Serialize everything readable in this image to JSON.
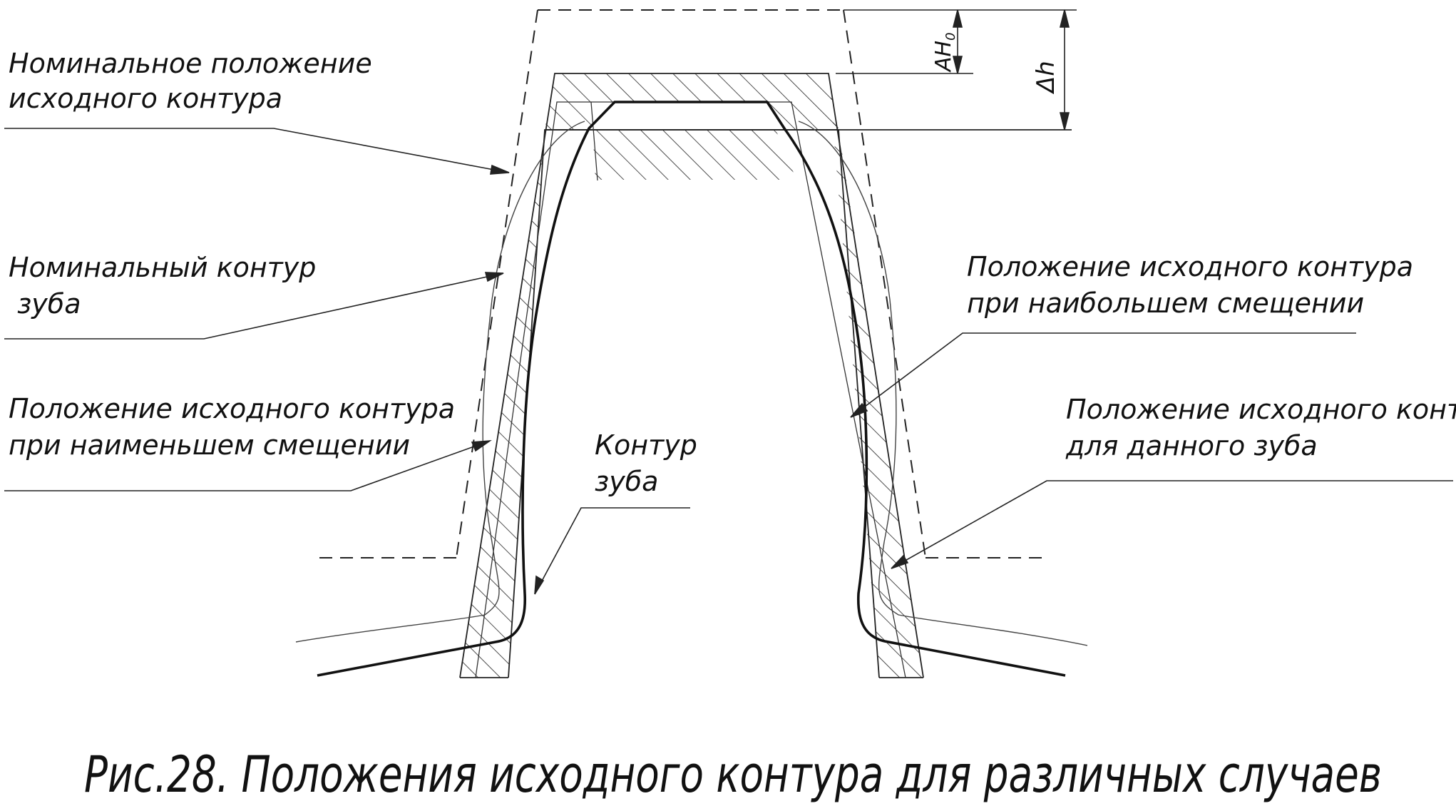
{
  "labels": {
    "nominal_position": [
      "Номинальное положение",
      "исходного контура"
    ],
    "nominal_contour": [
      "Номинальный контур",
      " зуба"
    ],
    "least_offset": [
      "Положение исходного контура",
      "при наименьшем смещении"
    ],
    "tooth_contour": [
      "Контур",
      "зуба"
    ],
    "greatest_offset": [
      "Положение исходного контура",
      "при наибольшем смещении"
    ],
    "given_tooth": [
      "Положение исходного контура",
      "для данного зуба"
    ]
  },
  "dimensions": {
    "ah": "AH",
    "ah_sub": "0",
    "delta_h": "Δh"
  },
  "caption": "Рис.28. Положения исходного контура для различных случаев"
}
